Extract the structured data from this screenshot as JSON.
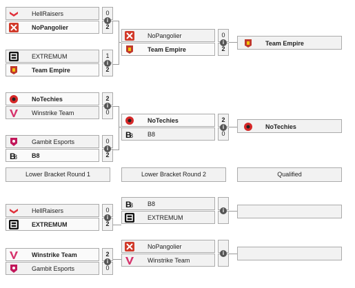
{
  "upper_round1": [
    {
      "top": {
        "name": "HellRaisers",
        "score": "0",
        "logo": "hellraisers-icon"
      },
      "bottom": {
        "name": "NoPangolier",
        "score": "2",
        "logo": "nopangolier-icon"
      },
      "winner": "bottom"
    },
    {
      "top": {
        "name": "EXTREMUM",
        "score": "1",
        "logo": "extremum-icon"
      },
      "bottom": {
        "name": "Team Empire",
        "score": "2",
        "logo": "team-empire-icon"
      },
      "winner": "bottom"
    },
    {
      "top": {
        "name": "NoTechies",
        "score": "2",
        "logo": "notechies-icon"
      },
      "bottom": {
        "name": "Winstrike Team",
        "score": "0",
        "logo": "winstrike-icon"
      },
      "winner": "top"
    },
    {
      "top": {
        "name": "Gambit Esports",
        "score": "0",
        "logo": "gambit-icon"
      },
      "bottom": {
        "name": "B8",
        "score": "2",
        "logo": "b8-icon"
      },
      "winner": "bottom"
    }
  ],
  "upper_round2": [
    {
      "top": {
        "name": "NoPangolier",
        "score": "0",
        "logo": "nopangolier-icon"
      },
      "bottom": {
        "name": "Team Empire",
        "score": "2",
        "logo": "team-empire-icon"
      },
      "winner": "bottom"
    },
    {
      "top": {
        "name": "NoTechies",
        "score": "2",
        "logo": "notechies-icon"
      },
      "bottom": {
        "name": "B8",
        "score": "0",
        "logo": "b8-icon"
      },
      "winner": "top"
    }
  ],
  "upper_qualified": [
    {
      "name": "Team Empire",
      "logo": "team-empire-icon"
    },
    {
      "name": "NoTechies",
      "logo": "notechies-icon"
    }
  ],
  "headers": {
    "lower_round1": "Lower Bracket Round 1",
    "lower_round2": "Lower Bracket Round 2",
    "qualified": "Qualified"
  },
  "lower_round1": [
    {
      "top": {
        "name": "HellRaisers",
        "score": "0",
        "logo": "hellraisers-icon"
      },
      "bottom": {
        "name": "EXTREMUM",
        "score": "2",
        "logo": "extremum-icon"
      },
      "winner": "bottom"
    },
    {
      "top": {
        "name": "Winstrike Team",
        "score": "2",
        "logo": "winstrike-icon"
      },
      "bottom": {
        "name": "Gambit Esports",
        "score": "0",
        "logo": "gambit-icon"
      },
      "winner": "top"
    }
  ],
  "lower_round2": [
    {
      "top": {
        "name": "B8",
        "score": "",
        "logo": "b8-icon"
      },
      "bottom": {
        "name": "EXTREMUM",
        "score": "",
        "logo": "extremum-icon"
      },
      "winner": ""
    },
    {
      "top": {
        "name": "NoPangolier",
        "score": "",
        "logo": "nopangolier-icon"
      },
      "bottom": {
        "name": "Winstrike Team",
        "score": "",
        "logo": "winstrike-icon"
      },
      "winner": ""
    }
  ],
  "info_glyph": "i",
  "colors": {
    "hellraisers": "#e0303a",
    "nopangolier": "#d13a2a",
    "extremum": "#111111",
    "empire": "#c0392b",
    "notechies": "#d62828",
    "winstrike": "#d6336c",
    "gambit": "#c2185b",
    "b8": "#111111"
  }
}
